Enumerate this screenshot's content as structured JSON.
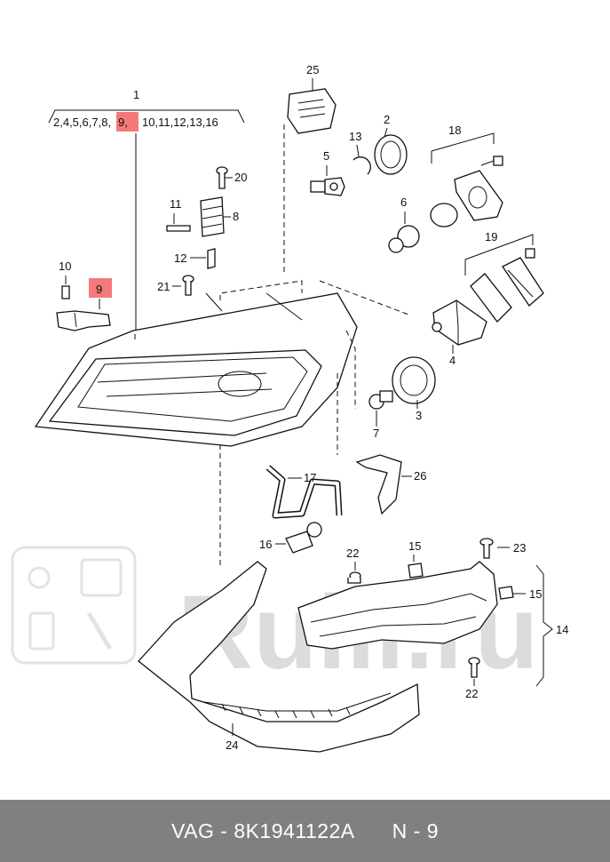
{
  "parts": {
    "p1": "1",
    "p1_group_a": "2,4,5,6,7,8,",
    "p1_group_hl": "9,",
    "p1_group_b": "10,11,12,13,16",
    "p2": "2",
    "p3": "3",
    "p4": "4",
    "p5": "5",
    "p6": "6",
    "p7": "7",
    "p8": "8",
    "p9": "9",
    "p10": "10",
    "p11": "11",
    "p12": "12",
    "p13": "13",
    "p14": "14",
    "p15a": "15",
    "p15b": "15",
    "p16": "16",
    "p17": "17",
    "p18": "18",
    "p19": "19",
    "p20": "20",
    "p21": "21",
    "p22a": "22",
    "p22b": "22",
    "p23": "23",
    "p24": "24",
    "p25": "25",
    "p26": "26"
  },
  "watermark": {
    "text": "Rulli.ru"
  },
  "colors": {
    "highlight": "#f47a7a",
    "footer_bg": "#808080"
  },
  "footer": {
    "brand_code": "VAG - 8K1941122A",
    "position": "N - 9"
  }
}
